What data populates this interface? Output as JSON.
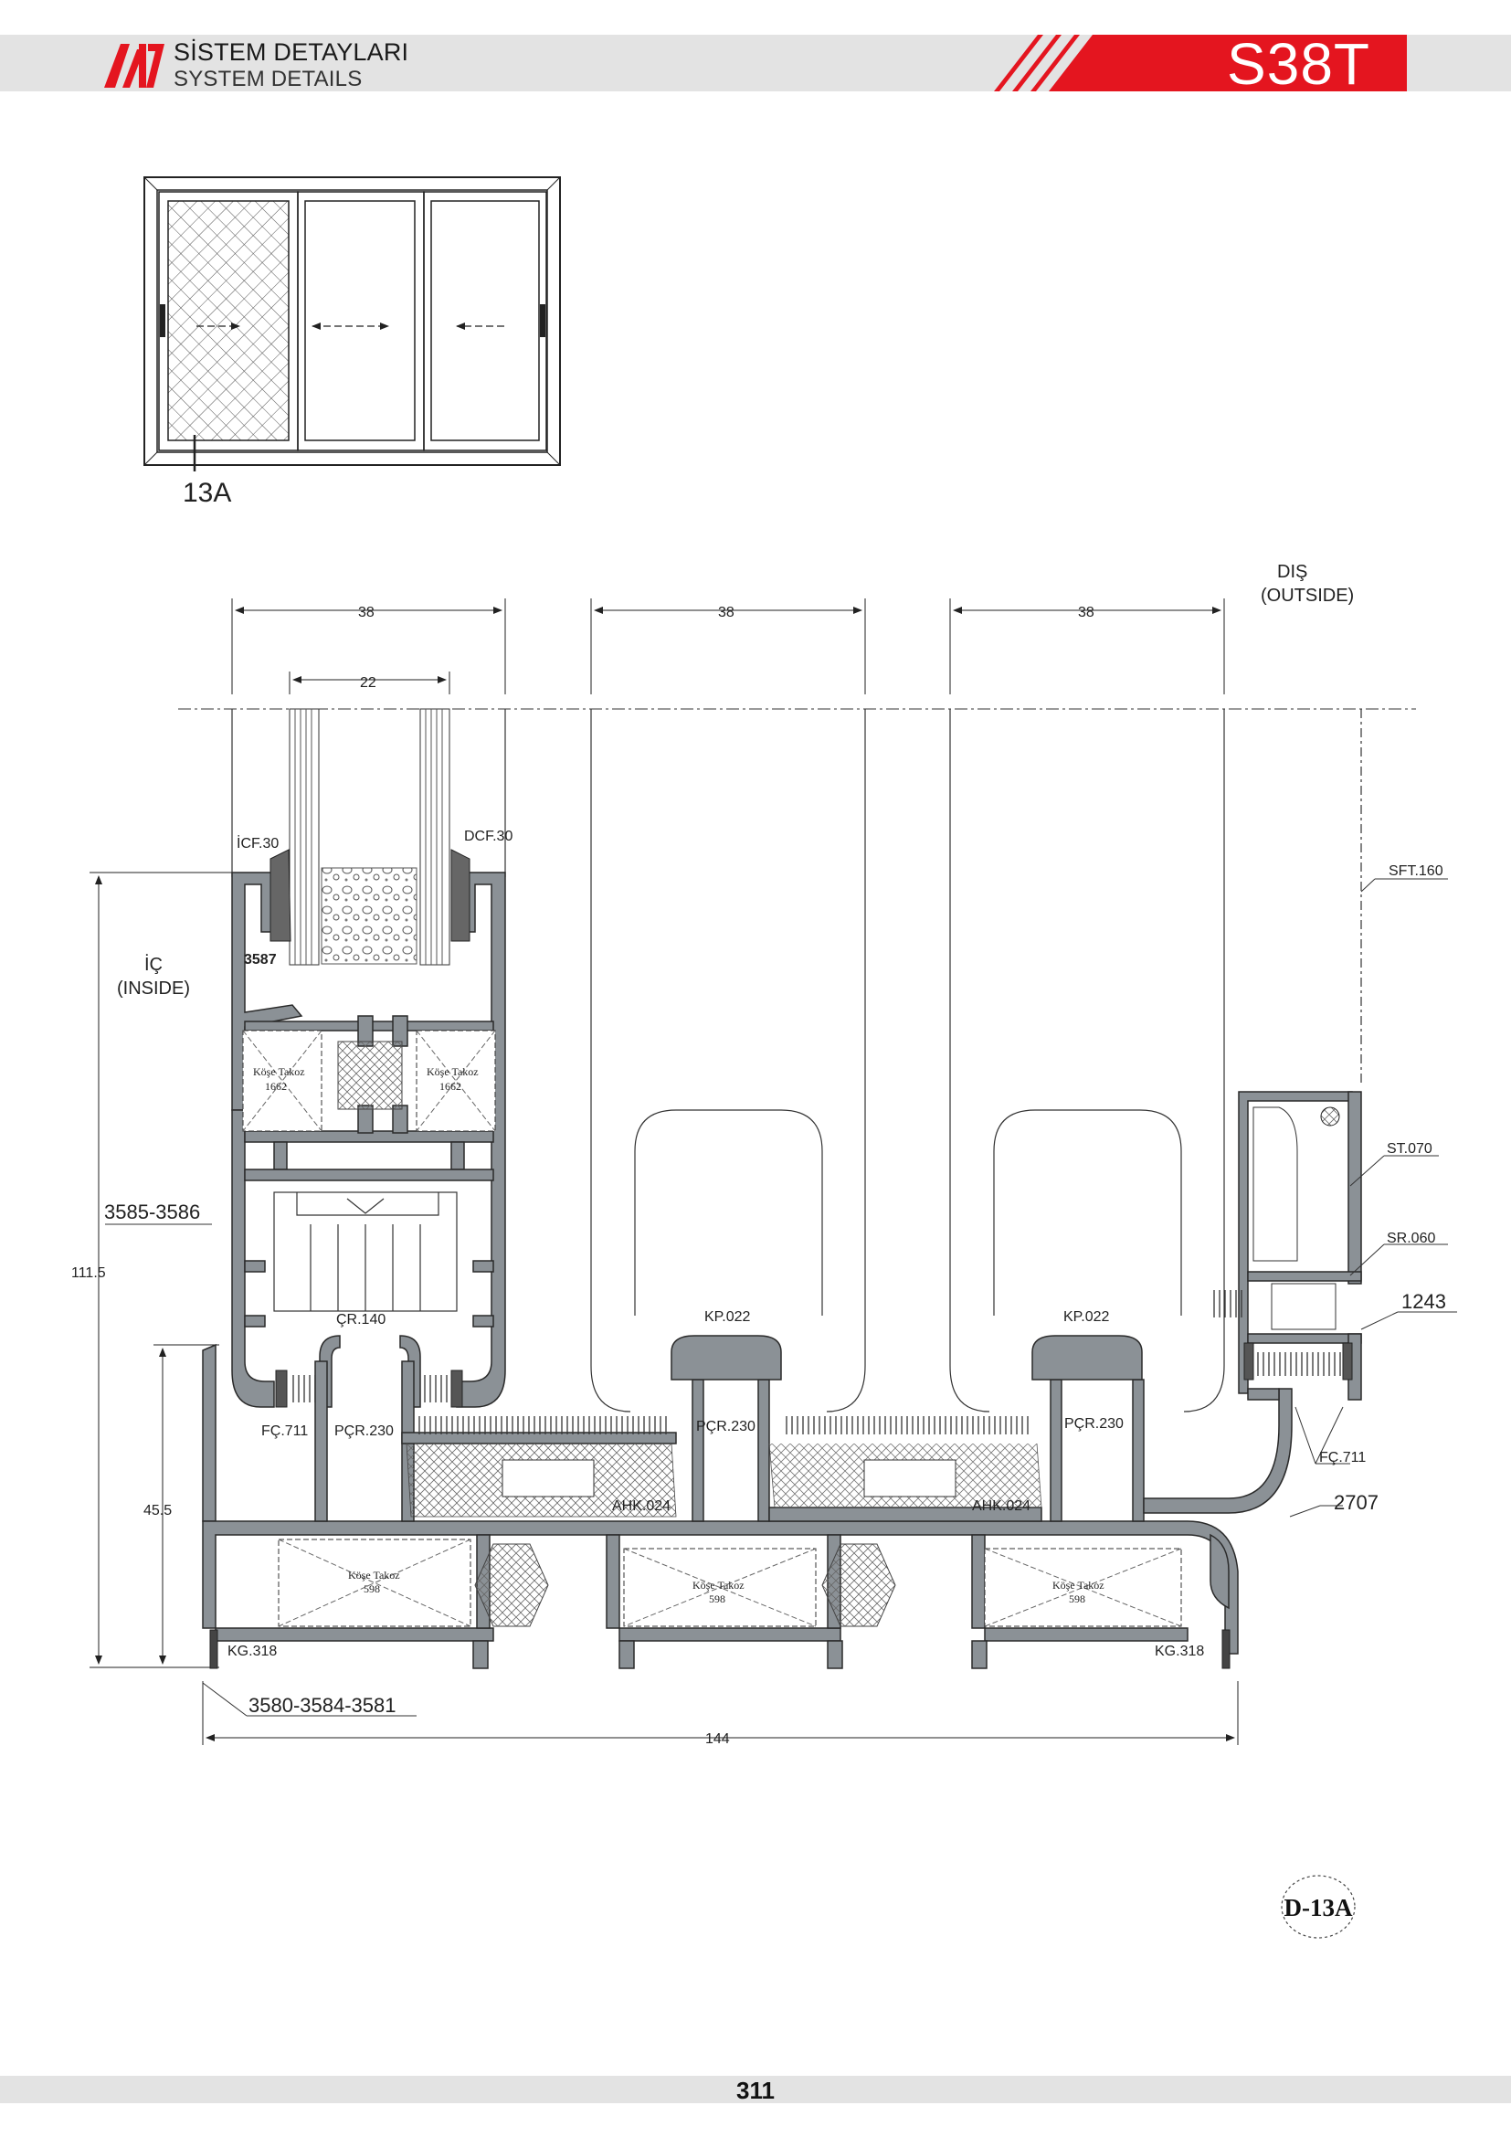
{
  "header": {
    "title": "SİSTEM DETAYLARI",
    "subtitle": "SYSTEM DETAILS",
    "code": "S38T",
    "brand_color": "#e4151f",
    "band_color": "#e3e3e3"
  },
  "elevation": {
    "callout": "13A"
  },
  "section": {
    "outside_label": "DIŞ",
    "outside_label_en": "(OUTSIDE)",
    "inside_label": "İÇ",
    "inside_label_en": "(INSIDE)",
    "dimensions": {
      "sash_width_1": "38",
      "sash_width_2": "38",
      "sash_width_3": "38",
      "glass_gap": "22",
      "total_height": "111.5",
      "frame_height": "45.5",
      "total_width": "144"
    },
    "parts": {
      "icf": "İCF.30",
      "dcf": "DCF.30",
      "sft": "SFT.160",
      "p3587": "3587",
      "sash_profile": "3585-3586",
      "corner_1662_a": "Köşe Takoz",
      "corner_1662_a_num": "1662",
      "corner_1662_b": "Köşe Takoz",
      "corner_1662_b_num": "1662",
      "st": "ST.070",
      "sr": "SR.060",
      "p1243": "1243",
      "cr": "ÇR.140",
      "kp_1": "KP.022",
      "kp_2": "KP.022",
      "fc_1": "FÇ.711",
      "fc_2": "FÇ.711",
      "pcr_1": "PÇR.230",
      "pcr_2": "PÇR.230",
      "pcr_3": "PÇR.230",
      "ahk_1": "AHK.024",
      "ahk_2": "AHK.024",
      "p2707": "2707",
      "corner_598_a": "Köşe Takoz",
      "corner_598_a_num": "598",
      "corner_598_b": "Köşe Takoz",
      "corner_598_b_num": "598",
      "corner_598_c": "Köşe Takoz",
      "corner_598_c_num": "598",
      "kg_1": "KG.318",
      "kg_2": "KG.318",
      "frame_profile": "3580-3584-3581"
    }
  },
  "detail_badge": "D-13A",
  "page_number": "311"
}
